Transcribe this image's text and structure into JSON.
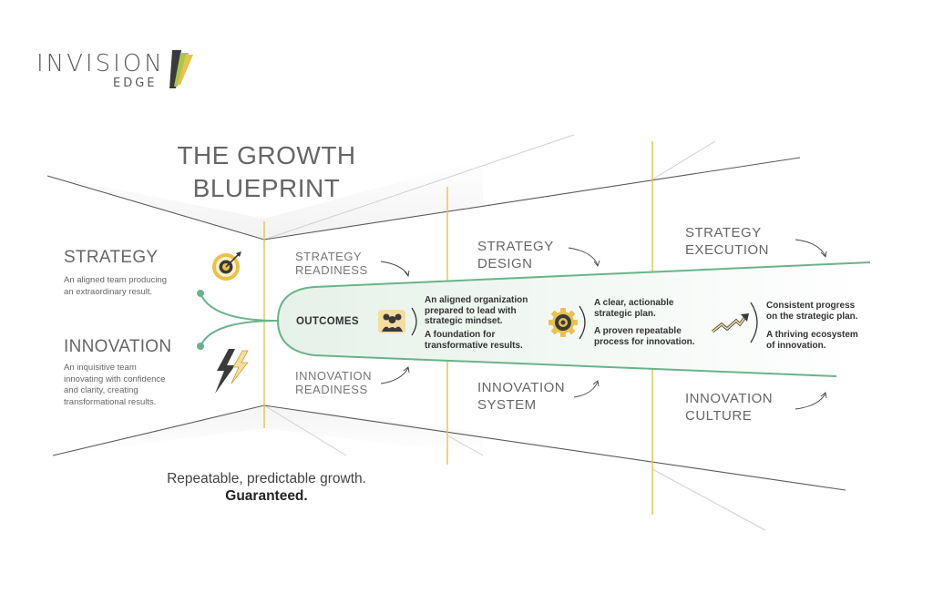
{
  "logo": {
    "name": "INVISION",
    "sub": "EDGE"
  },
  "title": {
    "line1": "THE GROWTH",
    "line2": "BLUEPRINT"
  },
  "strategy": {
    "heading": "STRATEGY",
    "desc_line1": "An aligned team producing",
    "desc_line2": "an extraordinary result."
  },
  "innovation": {
    "heading": "INNOVATION",
    "desc_line1": "An inquisitive team",
    "desc_line2": "innovating with confidence",
    "desc_line3": "and clarity, creating",
    "desc_line4": "transformational results."
  },
  "stages": {
    "strategy_readiness": [
      "STRATEGY",
      "READINESS"
    ],
    "strategy_design": [
      "STRATEGY",
      "DESIGN"
    ],
    "strategy_execution": [
      "STRATEGY",
      "EXECUTION"
    ],
    "innovation_readiness": [
      "INNOVATION",
      "READINESS"
    ],
    "innovation_system": [
      "INNOVATION",
      "SYSTEM"
    ],
    "innovation_culture": [
      "INNOVATION",
      "CULTURE"
    ]
  },
  "outcomes": {
    "label": "OUTCOMES",
    "col1": {
      "a": [
        "An aligned organization",
        "prepared to lead with",
        "strategic mindset."
      ],
      "b": [
        "A foundation for",
        "transformative results."
      ]
    },
    "col2": {
      "a": [
        "A clear, actionable",
        "strategic plan."
      ],
      "b": [
        "A proven repeatable",
        "process for innovation."
      ]
    },
    "col3": {
      "a": [
        "Consistent progress",
        "on the strategic plan."
      ],
      "b": [
        "A thriving ecosystem",
        "of innovation."
      ]
    }
  },
  "tagline": {
    "line1": "Repeatable, predictable growth.",
    "line2": "Guaranteed."
  },
  "colors": {
    "green": "#6ab38a",
    "gold": "#e8c24a",
    "grey_line": "#555555",
    "light_line": "#c8c8c8",
    "text": "#666666"
  },
  "icons": [
    "target-icon",
    "lightning-icon",
    "team-icon",
    "gear-icon",
    "growth-chart-icon"
  ]
}
